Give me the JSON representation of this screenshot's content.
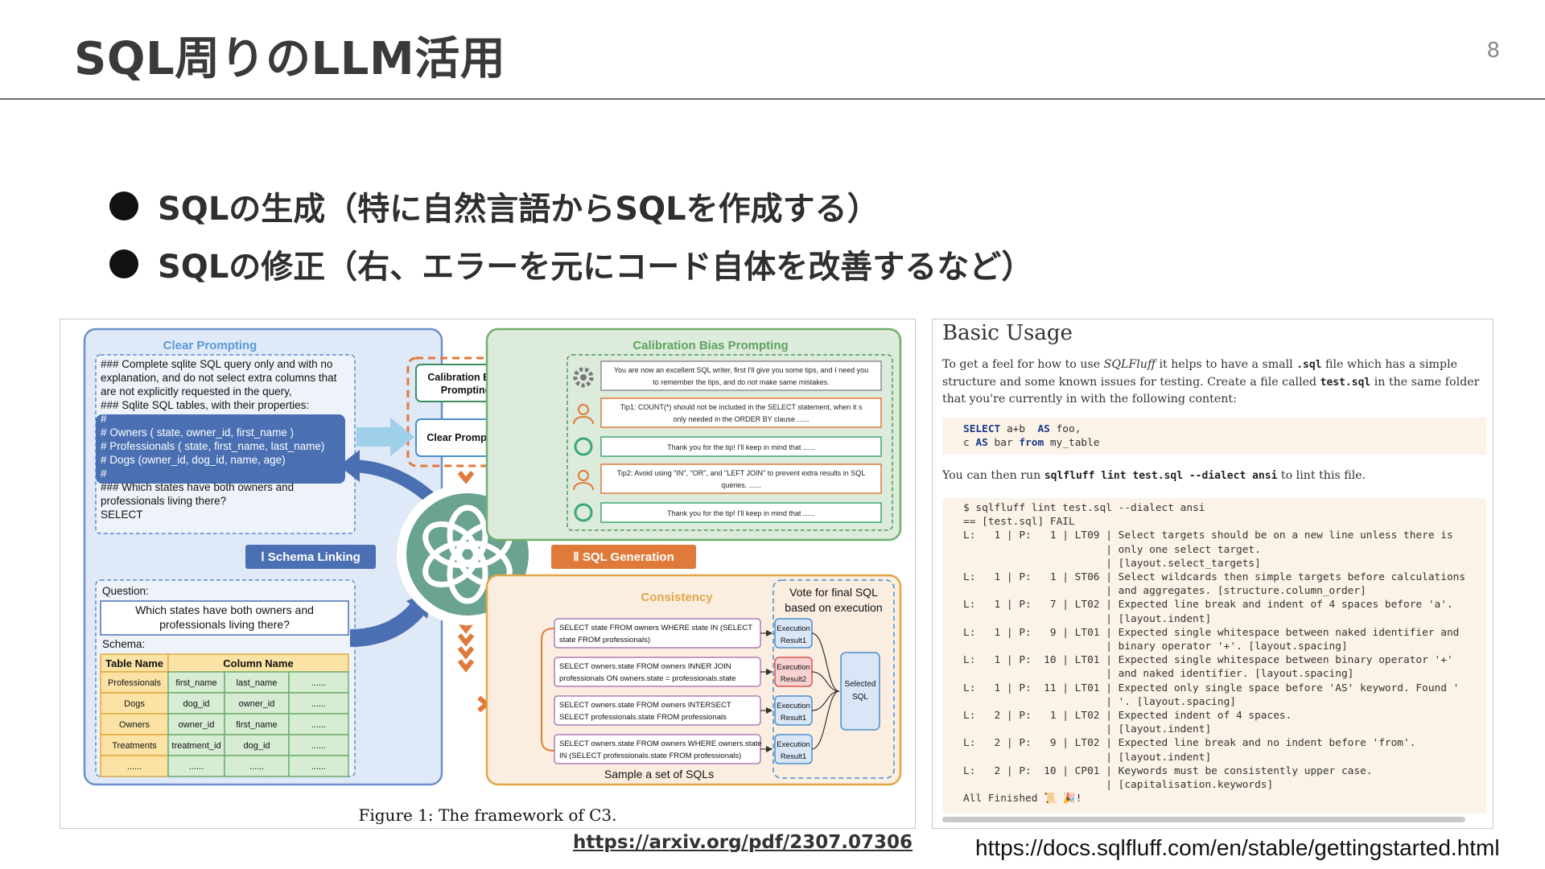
{
  "slide": {
    "title": "SQL周りのLLM活用",
    "page_number": "8",
    "bullets": [
      "SQLの生成（特に自然言語からSQLを作成する）",
      "SQLの修正（右、エラーを元にコード自体を改善するなど）"
    ]
  },
  "figure": {
    "caption": "Figure 1: The framework of C3.",
    "link": "https://arxiv.org/pdf/2307.07306",
    "clear_prompting": {
      "title": "Clear Prompting",
      "prompt_lines": [
        "### Complete sqlite SQL query only and with no",
        "explanation, and do not select extra columns that",
        "are not explicitly requested in the query,",
        "### Sqlite SQL tables, with their properties:",
        "#",
        "# Owners ( state, owner_id, first_name )",
        "# Professionals ( state, first_name, last_name)",
        "# Dogs (owner_id, dog_id, name, age)",
        "#",
        "### Which states have both owners and",
        "professionals living there?",
        "SELECT"
      ],
      "question_label": "Question:",
      "question_lines": [
        "Which states have both owners and",
        "professionals living there?"
      ],
      "schema_label": "Schema:",
      "table_headers": [
        "Table Name",
        "Column Name"
      ],
      "table_rows": [
        [
          "Professionals",
          "first_name",
          "last_name",
          "......"
        ],
        [
          "Dogs",
          "dog_id",
          "owner_id",
          "......"
        ],
        [
          "Owners",
          "owner_id",
          "first_name",
          "......"
        ],
        [
          "Treatments",
          "treatment_id",
          "dog_id",
          "......"
        ],
        [
          "......",
          "......",
          "......",
          "......"
        ]
      ]
    },
    "center": {
      "calibration_box": "Calibration Bias Prompting",
      "clear_box": "Clear Prompting",
      "schema_linking": "Ⅰ Schema Linking",
      "sql_generation": "Ⅱ SQL Generation"
    },
    "calibration": {
      "title": "Calibration Bias Prompting",
      "system_lines": [
        "You are now an excellent SQL writer, first I'll give you some tips, and I need you",
        "to remember the tips, and do not make same mistakes."
      ],
      "tip1_lines": [
        "Tip1: COUNT(*) should not be included in the SELECT statement, when it s",
        "only needed in the ORDER BY clause ......"
      ],
      "reply": "Thank you for the tip! I'll keep in mind that ......",
      "tip2_lines": [
        "Tip2: Avoid using \"IN\", \"OR\", and \"LEFT JOIN\" to prevent extra results in SQL",
        "queries. ......"
      ],
      "reply2": "Thank you for the tip! I'll keep in mind that ......"
    },
    "consistency": {
      "title": "Consistency",
      "vote_lines": [
        "Vote for final SQL",
        "based on execution"
      ],
      "sqls": [
        [
          "SELECT state FROM owners WHERE state IN (SELECT",
          "state FROM professionals)"
        ],
        [
          "SELECT owners.state FROM owners INNER JOIN",
          "professionals ON owners.state = professionals.state"
        ],
        [
          "SELECT owners.state FROM owners INTERSECT",
          "SELECT professionals.state FROM professionals"
        ],
        [
          "SELECT owners.state FROM owners WHERE owners.state",
          "IN (SELECT professionals.state FROM professionals)"
        ]
      ],
      "results": [
        [
          "Execution",
          "Result1"
        ],
        [
          "Execution",
          "Result2"
        ],
        [
          "Execution",
          "Result1"
        ],
        [
          "Execution",
          "Result1"
        ]
      ],
      "selected": [
        "Selected",
        "SQL"
      ],
      "sample_label": "Sample a set of SQLs"
    }
  },
  "docs": {
    "heading": "Basic Usage",
    "para_1": "To get a feel for how to use ",
    "para_tool": "SQLFluff",
    "para_2": " it helps to have a small ",
    "para_code1": ".sql",
    "para_3": " file which has a simple structure and some known issues for testing. Create a file called ",
    "para_code2": "test.sql",
    "para_4": " in the same folder that you're currently in with the following content:",
    "code_lines": [
      [
        "SELECT",
        " a+b  ",
        "AS",
        " foo,"
      ],
      [
        "c ",
        "AS",
        " bar ",
        "from",
        " my_table"
      ]
    ],
    "run_1": "You can then run ",
    "run_code": "sqlfluff lint test.sql --dialect ansi",
    "run_2": " to lint this file.",
    "output": "$ sqlfluff lint test.sql --dialect ansi\n== [test.sql] FAIL\nL:   1 | P:   1 | LT09 | Select targets should be on a new line unless there is\n                       | only one select target.\n                       | [layout.select_targets]\nL:   1 | P:   1 | ST06 | Select wildcards then simple targets before calculations\n                       | and aggregates. [structure.column_order]\nL:   1 | P:   7 | LT02 | Expected line break and indent of 4 spaces before 'a'.\n                       | [layout.indent]\nL:   1 | P:   9 | LT01 | Expected single whitespace between naked identifier and\n                       | binary operator '+'. [layout.spacing]\nL:   1 | P:  10 | LT01 | Expected single whitespace between binary operator '+'\n                       | and naked identifier. [layout.spacing]\nL:   1 | P:  11 | LT01 | Expected only single space before 'AS' keyword. Found '\n                       | '. [layout.spacing]\nL:   2 | P:   1 | LT02 | Expected indent of 4 spaces.\n                       | [layout.indent]\nL:   2 | P:   9 | LT02 | Expected line break and no indent before 'from'.\n                       | [layout.indent]\nL:   2 | P:  10 | CP01 | Keywords must be consistently upper case.\n                       | [capitalisation.keywords]\nAll Finished 📜 🎉!",
    "link": "https://docs.sqlfluff.com/en/stable/gettingstarted.html"
  }
}
